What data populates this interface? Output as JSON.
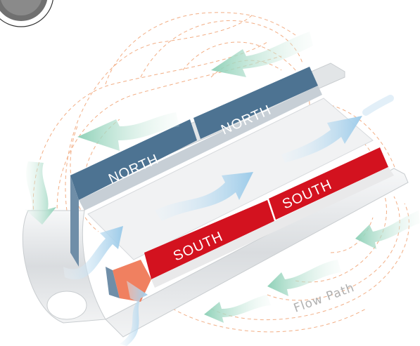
{
  "diagram": {
    "labels": {
      "north_1": "NORTH",
      "north_2": "NORTH",
      "south_1": "SOUTH",
      "south_2": "SOUTH",
      "flow_path": "Flow Path"
    },
    "colors": {
      "north_magnet": "#4d7392",
      "south_magnet": "#d3121f",
      "field_lines": "#f0a070",
      "flow_arrow_green": "#9fd7c2",
      "flow_arrow_blue": "#b5d8ee",
      "conduit": "#e8eaec",
      "inner_core": "#f08060"
    }
  }
}
